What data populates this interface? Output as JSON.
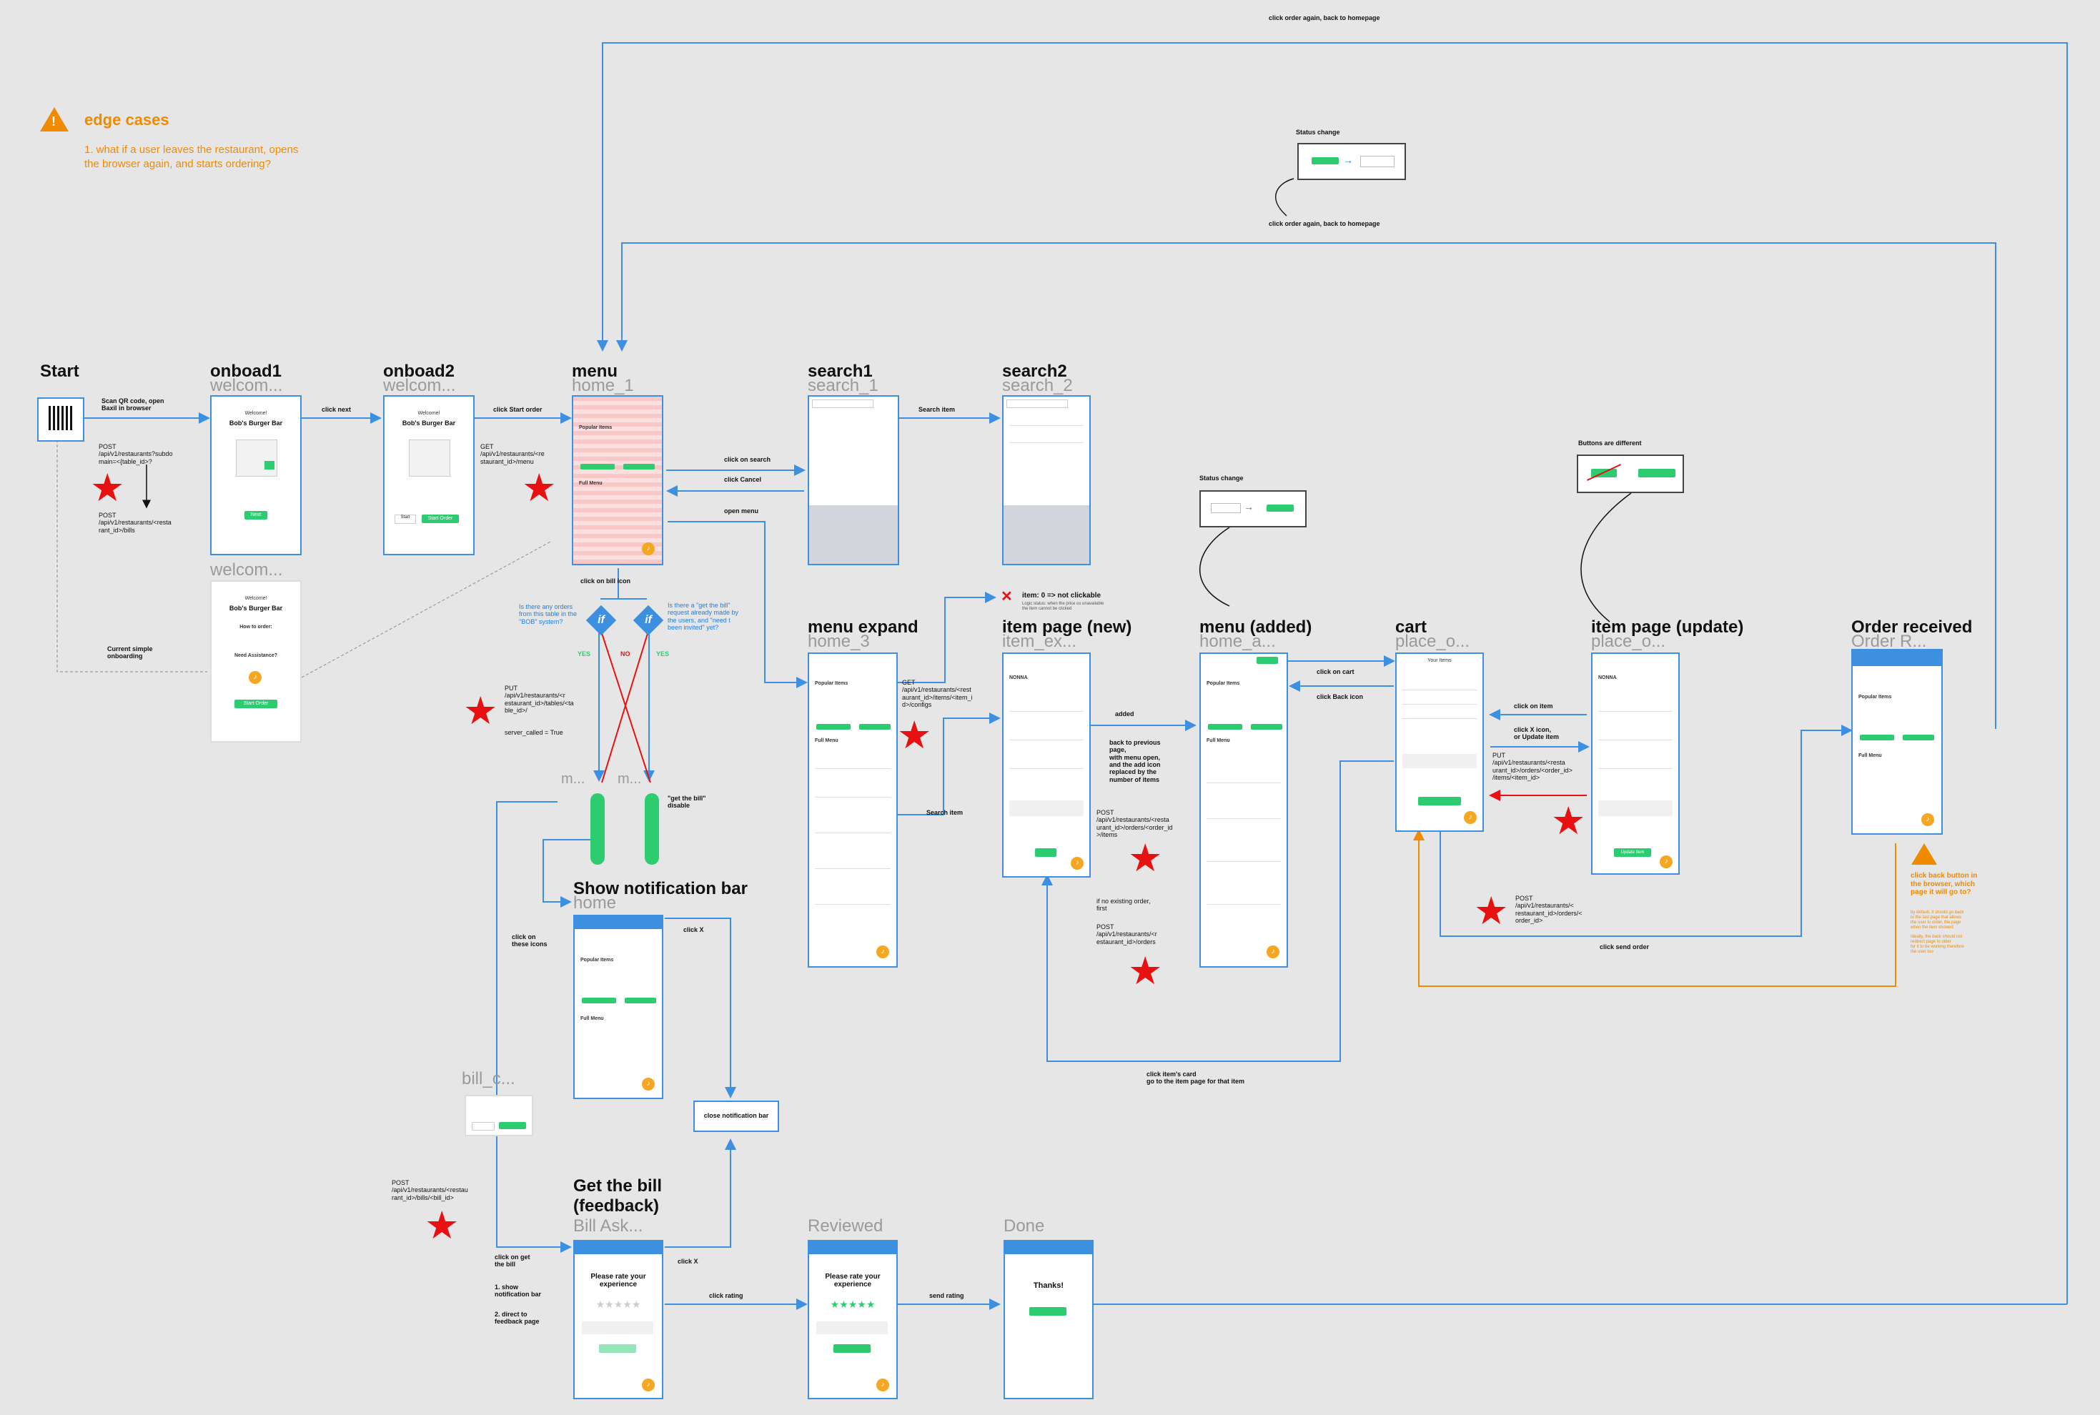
{
  "edge_cases": {
    "title": "edge cases",
    "note": "1. what if a user leaves the restaurant, opens\nthe browser again, and starts ordering?"
  },
  "top_loop": {
    "label1": "click order again, back to homepage",
    "label2": "click order again, back to homepage",
    "status_change": "Status change"
  },
  "screens": {
    "start": {
      "title": "Start"
    },
    "onboad1": {
      "title": "onboad1",
      "sub": "welcom...",
      "welcome": "Welcome!",
      "name": "Bob's Burger Bar",
      "btn": "Next"
    },
    "onboad2": {
      "title": "onboad2",
      "sub": "welcom...",
      "welcome": "Welcome!",
      "name": "Bob's Burger Bar",
      "btn": "Start Order",
      "btn2": "Start"
    },
    "welcome3": {
      "sub": "welcom...",
      "welcome": "Welcome!",
      "name": "Bob's Burger Bar",
      "how": "How to order:",
      "need": "Need Assistance?",
      "btn": "Start Order"
    },
    "menu": {
      "title": "menu",
      "sub": "home_1",
      "popular": "Popular Items",
      "full": "Full Menu"
    },
    "search1": {
      "title": "search1",
      "sub": "search_1"
    },
    "search2": {
      "title": "search2",
      "sub": "search_2"
    },
    "menu_expand": {
      "title": "menu expand",
      "sub": "home_3",
      "popular": "Popular Items",
      "full": "Full Menu"
    },
    "item_page_new": {
      "title": "item page (new)",
      "sub": "item_ex...",
      "name": "NONNA"
    },
    "menu_added": {
      "title": "menu (added)",
      "sub": "home_a...",
      "popular": "Popular Items",
      "full": "Full Menu"
    },
    "cart": {
      "title": "cart",
      "sub": "place_o...",
      "header": "Your Items"
    },
    "item_page_update": {
      "title": "item page (update)",
      "sub": "place_o...",
      "name": "NONNA",
      "btn": "Update Item"
    },
    "order_received": {
      "title": "Order received",
      "sub": "Order R...",
      "popular": "Popular Items",
      "full": "Full Menu"
    },
    "show_notification": {
      "title": "Show notification bar",
      "sub": "home",
      "popular": "Popular Items",
      "full": "Full Menu"
    },
    "get_bill": {
      "title": "Get the bill\n(feedback)",
      "sub": "Bill Ask...",
      "rate": "Please rate your\nexperience"
    },
    "reviewed": {
      "sub": "Reviewed",
      "rate": "Please rate your\nexperience"
    },
    "done": {
      "sub": "Done",
      "thanks": "Thanks!"
    },
    "bill_c": {
      "sub": "bill_c..."
    },
    "m1": {
      "sub": "m..."
    },
    "m2": {
      "sub": "m..."
    }
  },
  "labels": {
    "scan_qr": "Scan QR code, open\nBaxil in browser",
    "post1": "POST\n/api/v1/restaurants?subdo\nmain=<{table_id>?",
    "post2": "POST\n/api/v1/restaurants/<resta\nrant_id>/bills",
    "click_next": "click next",
    "click_start_order": "click Start order",
    "get_menu": "GET\n/api/v1/restaurants/<re\nstaurant_id>/menu",
    "current_simple": "Current simple\nonboarding",
    "click_on_search": "click on search",
    "click_cancel": "click Cancel",
    "open_menu": "open menu",
    "search_item": "Search item",
    "search_item2": "Search item",
    "click_bill_icon": "click on bill icon",
    "if_left_note": "Is there any orders\nfrom this table in the\n\"BOB\" system?",
    "if_right_note": "Is there a \"get the bill\"\nrequest already made by\nthe users, and \"need t\nbeen invited\" yet?",
    "yes1": "YES",
    "no": "NO",
    "yes2": "YES",
    "put_server": "PUT\n/api/v1/restaurants/<r\nestaurant_id>/tables/<ta\nble_id>/",
    "server_called": "server_called = True",
    "get_bill_disable": "\"get the bill\"\ndisable",
    "item_not_clickable": "item: 0 => not clickable",
    "item_not_clickable_sub": "Logic status: when the price os unavailable\nthe item cannot be clicked",
    "get_configs": "GET\n/api/v1/restaurants/<rest\naurant_id>/items/<item_i\nd>/configs",
    "added": "added",
    "back_prev": "back to previous\npage,\nwith menu open,\nand the add icon\nreplaced by the\nnumber of items",
    "post_orders_items": "POST\n/api/v1/restaurants/<resta\nurant_id>/orders/<order_id\n>/items",
    "if_no_order": "if no existing order,\nfirst",
    "post_orders": "POST\n/api/v1/restaurants/<r\nestaurant_id>/orders",
    "click_on_cart": "click on cart",
    "click_back_icon": "click Back icon",
    "click_on_item": "click on item",
    "click_x_update": "click X icon,\nor Update item",
    "put_item": "PUT\n/api/v1/restaurants/<resta\nurant_id>/orders/<order_id>\n/items/<item_id>",
    "post_order_send": "POST\n/api/v1/restaurants/<\nrestaurant_id>/orders/<\norder_id>",
    "click_send_order": "click send order",
    "click_item_card": "click item's card\ngo to the item page for that item",
    "click_back_browser": "click back button in\nthe browser, which\npage it will go to?",
    "click_back_browser_note": "by default, it should go back\nto the last page that allows\nthe user to order, the page\nwhen the item showed\n\nIdeally, the back should not\nredirect page to older\nfor it to be working therefore\nthe user too",
    "buttons_different": "Buttons are different",
    "status_change2": "Status change",
    "click_on_icons": "click on\nthese icons",
    "click_x": "click X",
    "click_x2": "click X",
    "close_notification": "close notification bar",
    "post_bill": "POST\n/api/v1/restaurants/<restau\nrant_id>/bills/<bill_id>",
    "click_get_bill": "click on get\nthe bill",
    "show_notif": "1. show\nnotification bar",
    "direct_feedback": "2. direct to\nfeedback page",
    "click_rating": "click rating",
    "send_rating": "send rating"
  },
  "colors": {
    "flow": "#3d8fe0",
    "warn": "#f08a00",
    "error": "#e81010",
    "accent": "#2ecc71"
  }
}
